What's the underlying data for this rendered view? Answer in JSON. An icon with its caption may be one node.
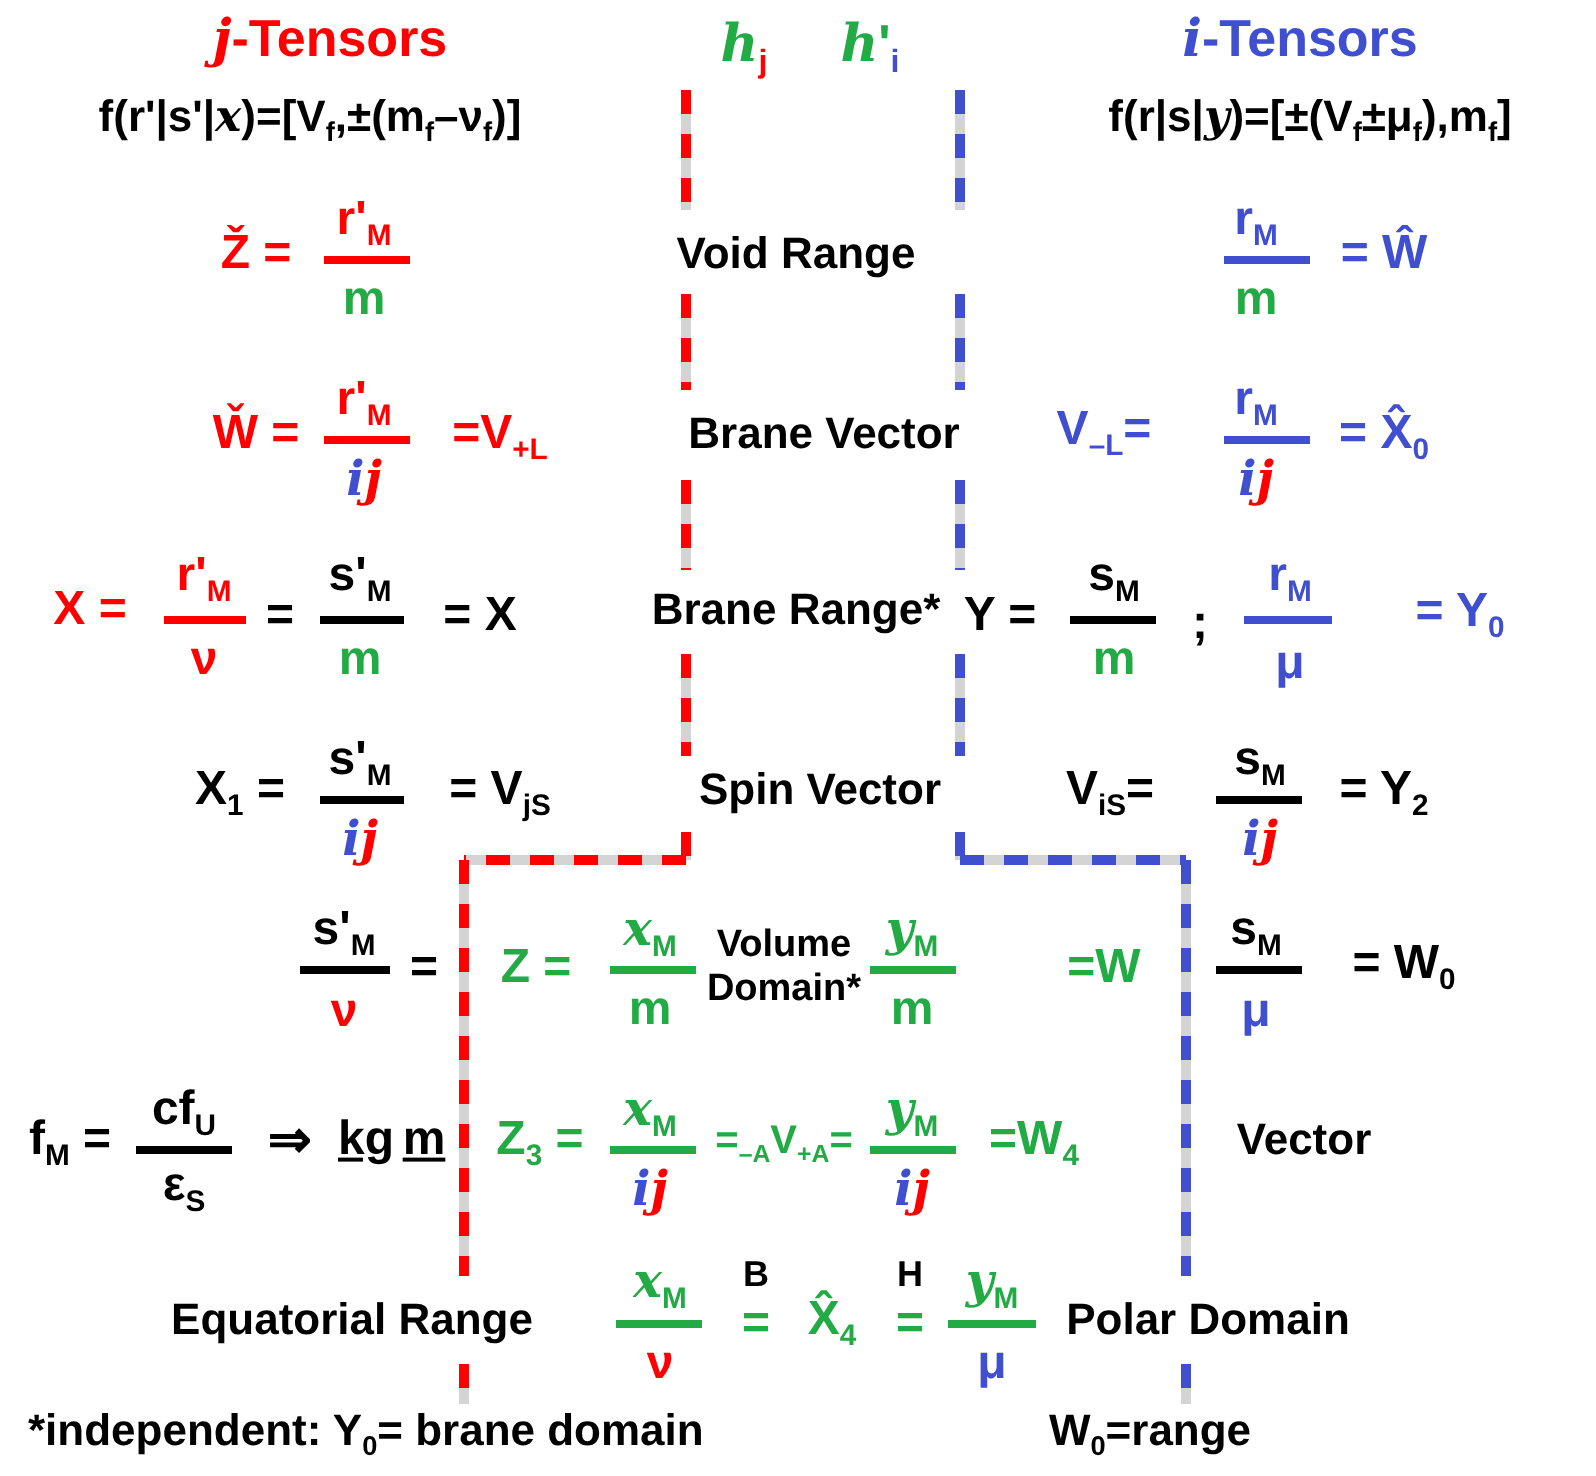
{
  "diagram": {
    "labels": [
      "*j*-Tensors",
      "*h*$_{j}$",
      "*h*'$_{i}$",
      "*i*-Tensors",
      "f(r'|s'|*x*)=[V$_{f}$,±(m$_{f}$–ν$_{f}$)]",
      "f(r|s|*y*)=[±(V$_{f}$±μ$_{f}$),m$_{f}$]",
      "Ž =",
      "r'$_{M}$",
      "m",
      "Void Range",
      "r$_{M}$",
      "m",
      "= Ŵ",
      "W̌ =",
      "r'$_{M}$",
      "*ij*",
      "=V$_{+L}$",
      "Brane Vector",
      "V$_{–L}$=",
      "r$_{M}$",
      "*ij*",
      "= X̂$_{0}$",
      "X  =",
      "r'$_{M}$",
      "ν",
      "=",
      "s'$_{M}$",
      "m",
      "= X",
      "Brane Range*",
      "Y  =",
      "s$_{M}$",
      "m",
      ";",
      "r$_{M}$",
      "μ",
      "= Y$_{0}$",
      "X$_{1}$ =",
      "s'$_{M}$",
      "*ij*",
      "= V$_{jS}$",
      "Spin Vector",
      "V$_{iS}$=",
      "s$_{M}$",
      "*ij*",
      "= Y$_{2}$",
      "s'$_{M}$",
      "ν",
      "=",
      "Z =",
      "*x*$_{M}$",
      "m",
      "Volume Domain*",
      "*y*$_{M}$",
      "m",
      "=W",
      "s$_{M}$",
      "μ",
      "= W$_{0}$",
      "f$_{M}$ =",
      "cf$_{U}$",
      "ε$_{S}$",
      "⇒",
      "kg",
      "m",
      "Z$_{3}$ =",
      "*x*$_{M}$",
      "*ij*",
      "=$_{–A}$V$_{+A}$=",
      "*y*$_{M}$",
      "*ij*",
      "=W$_{4}$",
      "Vector",
      "Equatorial Range",
      "*x*$_{M}$",
      "ν",
      "B",
      "=",
      "X̂$_{4}$",
      "H",
      "=",
      "*y*$_{M}$",
      "μ",
      "Polar Domain",
      "*independent: Y$_{0}$= brane domain",
      "W$_{0}$=range"
    ]
  }
}
